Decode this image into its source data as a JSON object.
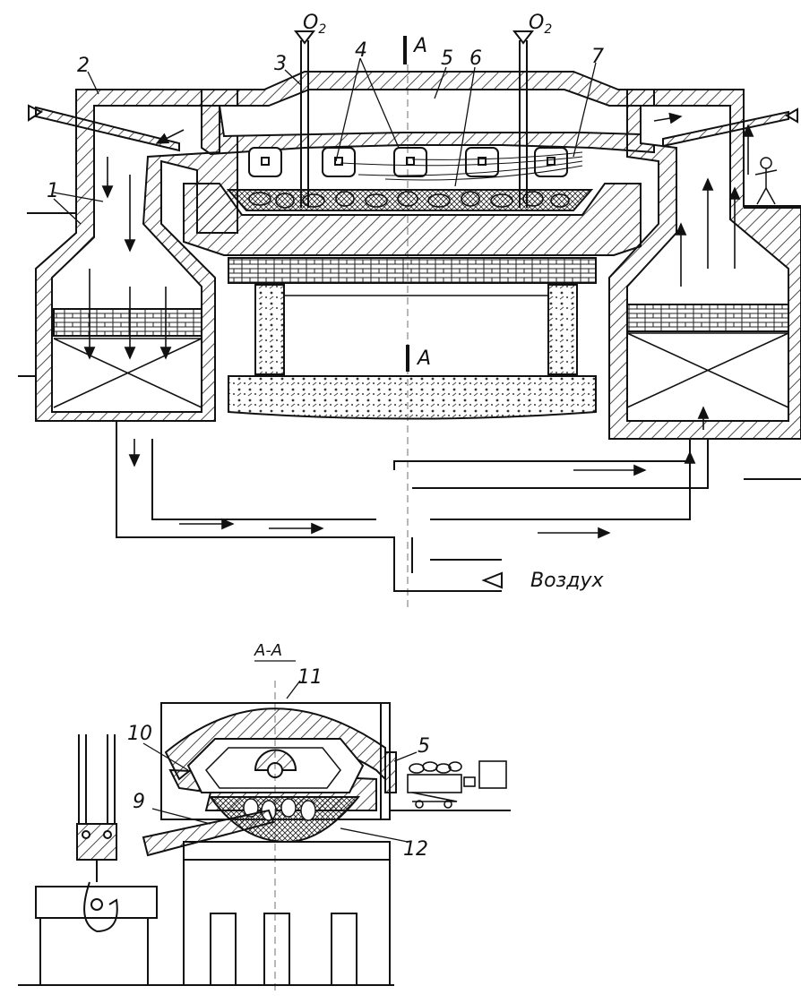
{
  "labels": {
    "o2_left": "O",
    "o2_right": "O",
    "o2_sub": "2",
    "section_mark_top": "A",
    "section_mark_bottom": "A",
    "n1": "1",
    "n2": "2",
    "n3": "3",
    "n4": "4",
    "n5": "5",
    "n6": "6",
    "n7": "7",
    "air": "Воздух",
    "section_title": "A-A",
    "n5b": "5",
    "n9": "9",
    "n10": "10",
    "n11": "11",
    "n12": "12"
  },
  "colors": {
    "ink": "#111111",
    "paper": "#ffffff",
    "hatch": "#222222"
  }
}
